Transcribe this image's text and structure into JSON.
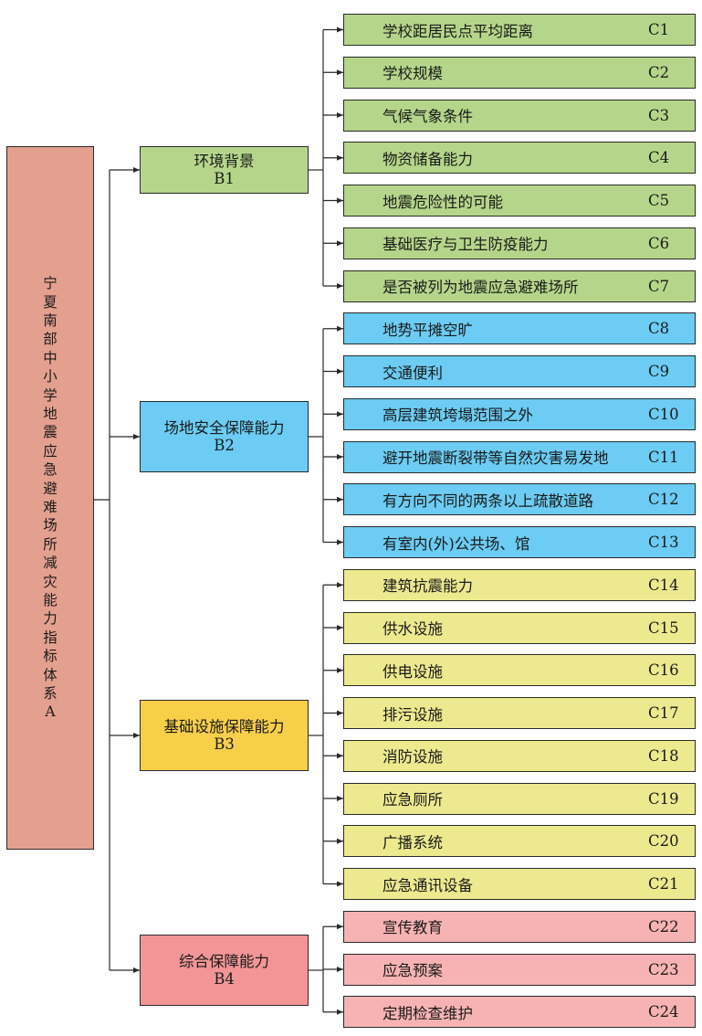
{
  "root": {
    "text": "宁夏南部中小学地震应急避难场所减灾能力指标体系A",
    "color": "#e4a08f"
  },
  "groups": [
    {
      "name": "环境背景",
      "code": "B1",
      "color": "#b5d68a",
      "child_color": "#b5d68a",
      "children": [
        {
          "label": "学校距居民点平均距离",
          "code": "C1"
        },
        {
          "label": "学校规模",
          "code": "C2"
        },
        {
          "label": "气候气象条件",
          "code": "C3"
        },
        {
          "label": "物资储备能力",
          "code": "C4"
        },
        {
          "label": "地震危险性的可能",
          "code": "C5"
        },
        {
          "label": "基础医疗与卫生防疫能力",
          "code": "C6"
        },
        {
          "label": "是否被列为地震应急避难场所",
          "code": "C7"
        }
      ]
    },
    {
      "name": "场地安全保障能力",
      "code": "B2",
      "color": "#6cccf3",
      "child_color": "#6cccf3",
      "children": [
        {
          "label": "地势平摊空旷",
          "code": "C8"
        },
        {
          "label": "交通便利",
          "code": "C9"
        },
        {
          "label": "高层建筑垮塌范围之外",
          "code": "C10"
        },
        {
          "label": "避开地震断裂带等自然灾害易发地",
          "code": "C11"
        },
        {
          "label": "有方向不同的两条以上疏散道路",
          "code": "C12"
        },
        {
          "label": "有室内(外)公共场、馆",
          "code": "C13"
        }
      ]
    },
    {
      "name": "基础设施保障能力",
      "code": "B3",
      "color": "#f8cf48",
      "child_color": "#ece98f",
      "children": [
        {
          "label": "建筑抗震能力",
          "code": "C14"
        },
        {
          "label": "供水设施",
          "code": "C15"
        },
        {
          "label": "供电设施",
          "code": "C16"
        },
        {
          "label": "排污设施",
          "code": "C17"
        },
        {
          "label": "消防设施",
          "code": "C18"
        },
        {
          "label": "应急厕所",
          "code": "C19"
        },
        {
          "label": "广播系统",
          "code": "C20"
        },
        {
          "label": "应急通讯设备",
          "code": "C21"
        }
      ]
    },
    {
      "name": "综合保障能力",
      "code": "B4",
      "color": "#f39596",
      "child_color": "#f7b3b3",
      "children": [
        {
          "label": "宣传教育",
          "code": "C22"
        },
        {
          "label": "应急预案",
          "code": "C23"
        },
        {
          "label": "定期检查维护",
          "code": "C24"
        }
      ]
    }
  ]
}
